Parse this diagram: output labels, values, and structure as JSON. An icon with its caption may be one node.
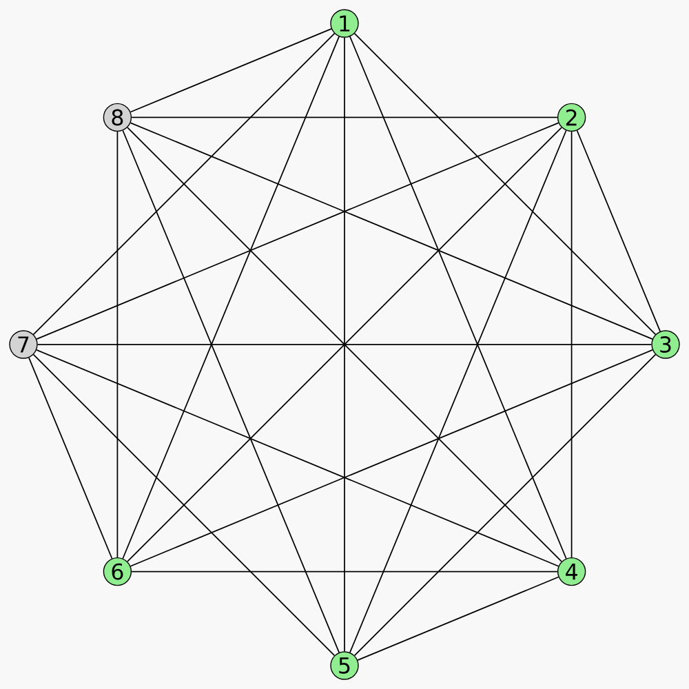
{
  "diagram": {
    "nodes": [
      {
        "text": [
          "1"
        ]
      },
      {
        "text": [
          "2"
        ]
      },
      {
        "text": [
          "3"
        ]
      },
      {
        "text": [
          "4"
        ]
      },
      {
        "text": [
          "5"
        ]
      },
      {
        "text": [
          "6"
        ]
      },
      {
        "text": [
          "7"
        ]
      },
      {
        "text": [
          "8"
        ]
      }
    ],
    "edges": [
      {
        "from": 0,
        "to": 2,
        "arrow": "none"
      },
      {
        "from": 0,
        "to": 3,
        "arrow": "none"
      },
      {
        "from": 0,
        "to": 4,
        "arrow": "none"
      },
      {
        "from": 0,
        "to": 5,
        "arrow": "none"
      },
      {
        "from": 0,
        "to": 6,
        "arrow": "none"
      },
      {
        "from": 0,
        "to": 7,
        "arrow": "none"
      },
      {
        "from": 1,
        "to": 3,
        "arrow": "none"
      },
      {
        "from": 1,
        "to": 4,
        "arrow": "none"
      },
      {
        "from": 1,
        "to": 5,
        "arrow": "none"
      },
      {
        "from": 1,
        "to": 6,
        "arrow": "none"
      },
      {
        "from": 1,
        "to": 7,
        "arrow": "none"
      },
      {
        "from": 1,
        "to": 2,
        "arrow": "none"
      },
      {
        "from": 2,
        "to": 4,
        "arrow": "none"
      },
      {
        "from": 2,
        "to": 5,
        "arrow": "none"
      },
      {
        "from": 2,
        "to": 6,
        "arrow": "none"
      },
      {
        "from": 2,
        "to": 7,
        "arrow": "none"
      },
      {
        "from": 3,
        "to": 5,
        "arrow": "none"
      },
      {
        "from": 3,
        "to": 6,
        "arrow": "none"
      },
      {
        "from": 3,
        "to": 7,
        "arrow": "none"
      },
      {
        "from": 3,
        "to": 4,
        "arrow": "none"
      },
      {
        "from": 4,
        "to": 6,
        "arrow": "none"
      },
      {
        "from": 4,
        "to": 7,
        "arrow": "none"
      },
      {
        "from": 5,
        "to": 7,
        "arrow": "none"
      },
      {
        "from": 5,
        "to": 6,
        "arrow": "none"
      }
    ]
  }
}
